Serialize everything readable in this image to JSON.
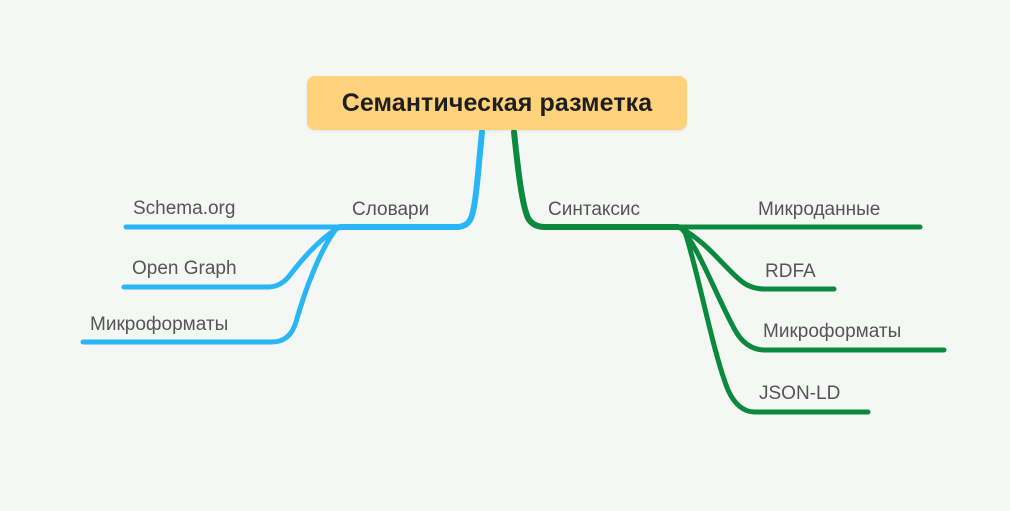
{
  "colors": {
    "background": "#f5f7f5",
    "root_fill": "#fdd27a",
    "root_text": "#1e1e1e",
    "label_text": "#555555",
    "left_branch": "#29b6f6",
    "right_branch": "#0b8a3e"
  },
  "root": {
    "label": "Семантическая разметка"
  },
  "left_branch": {
    "label": "Словари",
    "color": "#29b6f6",
    "children": [
      {
        "label": "Schema.org"
      },
      {
        "label": "Open Graph"
      },
      {
        "label": "Микроформаты"
      }
    ]
  },
  "right_branch": {
    "label": "Синтаксис",
    "color": "#0b8a3e",
    "children": [
      {
        "label": "Микроданные"
      },
      {
        "label": "RDFA"
      },
      {
        "label": "Микроформаты"
      },
      {
        "label": "JSON-LD"
      }
    ]
  }
}
